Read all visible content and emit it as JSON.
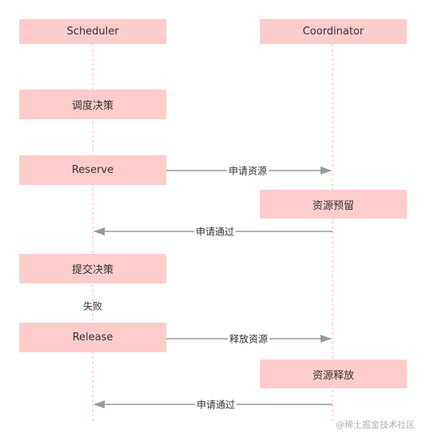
{
  "participants": {
    "scheduler": "Scheduler",
    "coordinator": "Coordinator"
  },
  "steps": {
    "decision": "调度决策",
    "reserve": "Reserve",
    "request_resource": "申请资源",
    "resource_reserve": "资源预留",
    "request_approved_1": "申请通过",
    "commit_decision": "提交决策",
    "failed": "失败",
    "release": "Release",
    "release_resource_msg": "释放资源",
    "resource_release": "资源释放",
    "request_approved_2": "申请通过"
  },
  "watermark": "@稀土掘金技术社区",
  "colors": {
    "box": "#ffcccc",
    "lifeline": "#ffb3b3",
    "arrow": "#999999"
  }
}
